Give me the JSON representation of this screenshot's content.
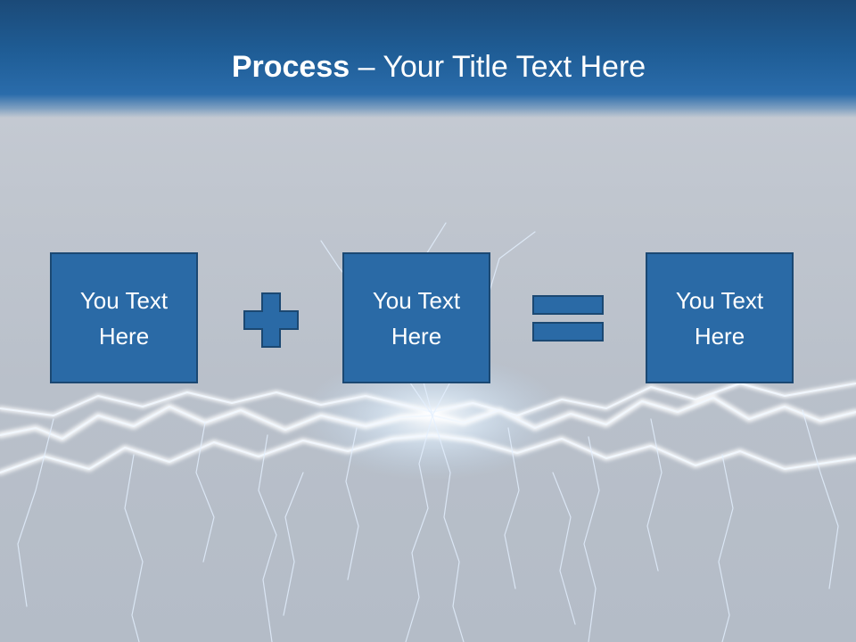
{
  "slide": {
    "title_bold": "Process",
    "title_rest": " – Your Title Text Here",
    "boxes": [
      {
        "label": "You Text Here"
      },
      {
        "label": "You Text Here"
      },
      {
        "label": "You Text Here"
      }
    ],
    "operators": [
      "plus-icon",
      "equals-icon"
    ]
  },
  "colors": {
    "header": "#1f5d96",
    "box_fill": "#2a6aa6",
    "box_border": "#1b4872",
    "background": "#bfc5ce",
    "lightning": "#eaf4ff"
  }
}
